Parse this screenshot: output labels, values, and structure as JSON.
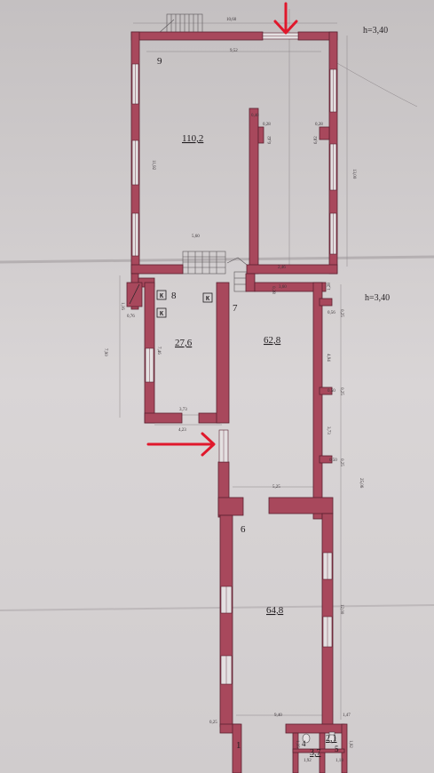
{
  "heights": {
    "upper": "h=3,40",
    "lower": "h=3,40"
  },
  "rooms": {
    "r9": {
      "number": "9",
      "area": "110,2"
    },
    "r8": {
      "number": "8",
      "area": "27,6"
    },
    "r7": {
      "number": "7",
      "area": "62,8"
    },
    "r6": {
      "number": "6",
      "area": "64,8"
    },
    "r1": {
      "number": "1"
    },
    "r4": {
      "number": "4"
    },
    "r5": {
      "number": "5"
    },
    "r2": {
      "area": "2,1"
    },
    "r3": {
      "area": "3,7"
    }
  },
  "kitchen_marks": [
    "К",
    "К",
    "К"
  ],
  "dims": {
    "top_outer": "10,60",
    "top_inner": "9,52",
    "wall_a": "0,40",
    "wall_b": "0,28",
    "wall_c": "0,28",
    "partition_len": "6,42",
    "right_inner": "6,82",
    "left_height": "11,92",
    "right_height": "13,00",
    "stair_width": "5,60",
    "mid_a": "2,46",
    "mid_b": "3,60",
    "mid_c": "0,38",
    "mid_d": "1,28",
    "mid_e": "0,56",
    "mid_f": "0,25",
    "vent_a": "1,16",
    "vent_b": "0,76",
    "left_total": "7,90",
    "r8_h": "7,46",
    "r8_w1": "3,73",
    "r8_w2": "4,23",
    "right_a": "4,94",
    "right_b": "0,50",
    "right_c": "0,25",
    "right_d": "3,73",
    "right_e": "0,50",
    "right_f": "0,25",
    "r7_bottom": "5,25",
    "overall": "25,06",
    "r6_h": "12,00",
    "bottom_a": "0,25",
    "bottom_b": "9,40",
    "bottom_c": "1,47",
    "bottom_d": "1,35",
    "bottom_e": "1,92",
    "bottom_f": "1,18",
    "bottom_g": "1,92"
  },
  "colors": {
    "paper": "#d6d2d3",
    "wall": "#a8485c",
    "wall_edge": "#5a2030",
    "arrow": "#e0182c"
  }
}
